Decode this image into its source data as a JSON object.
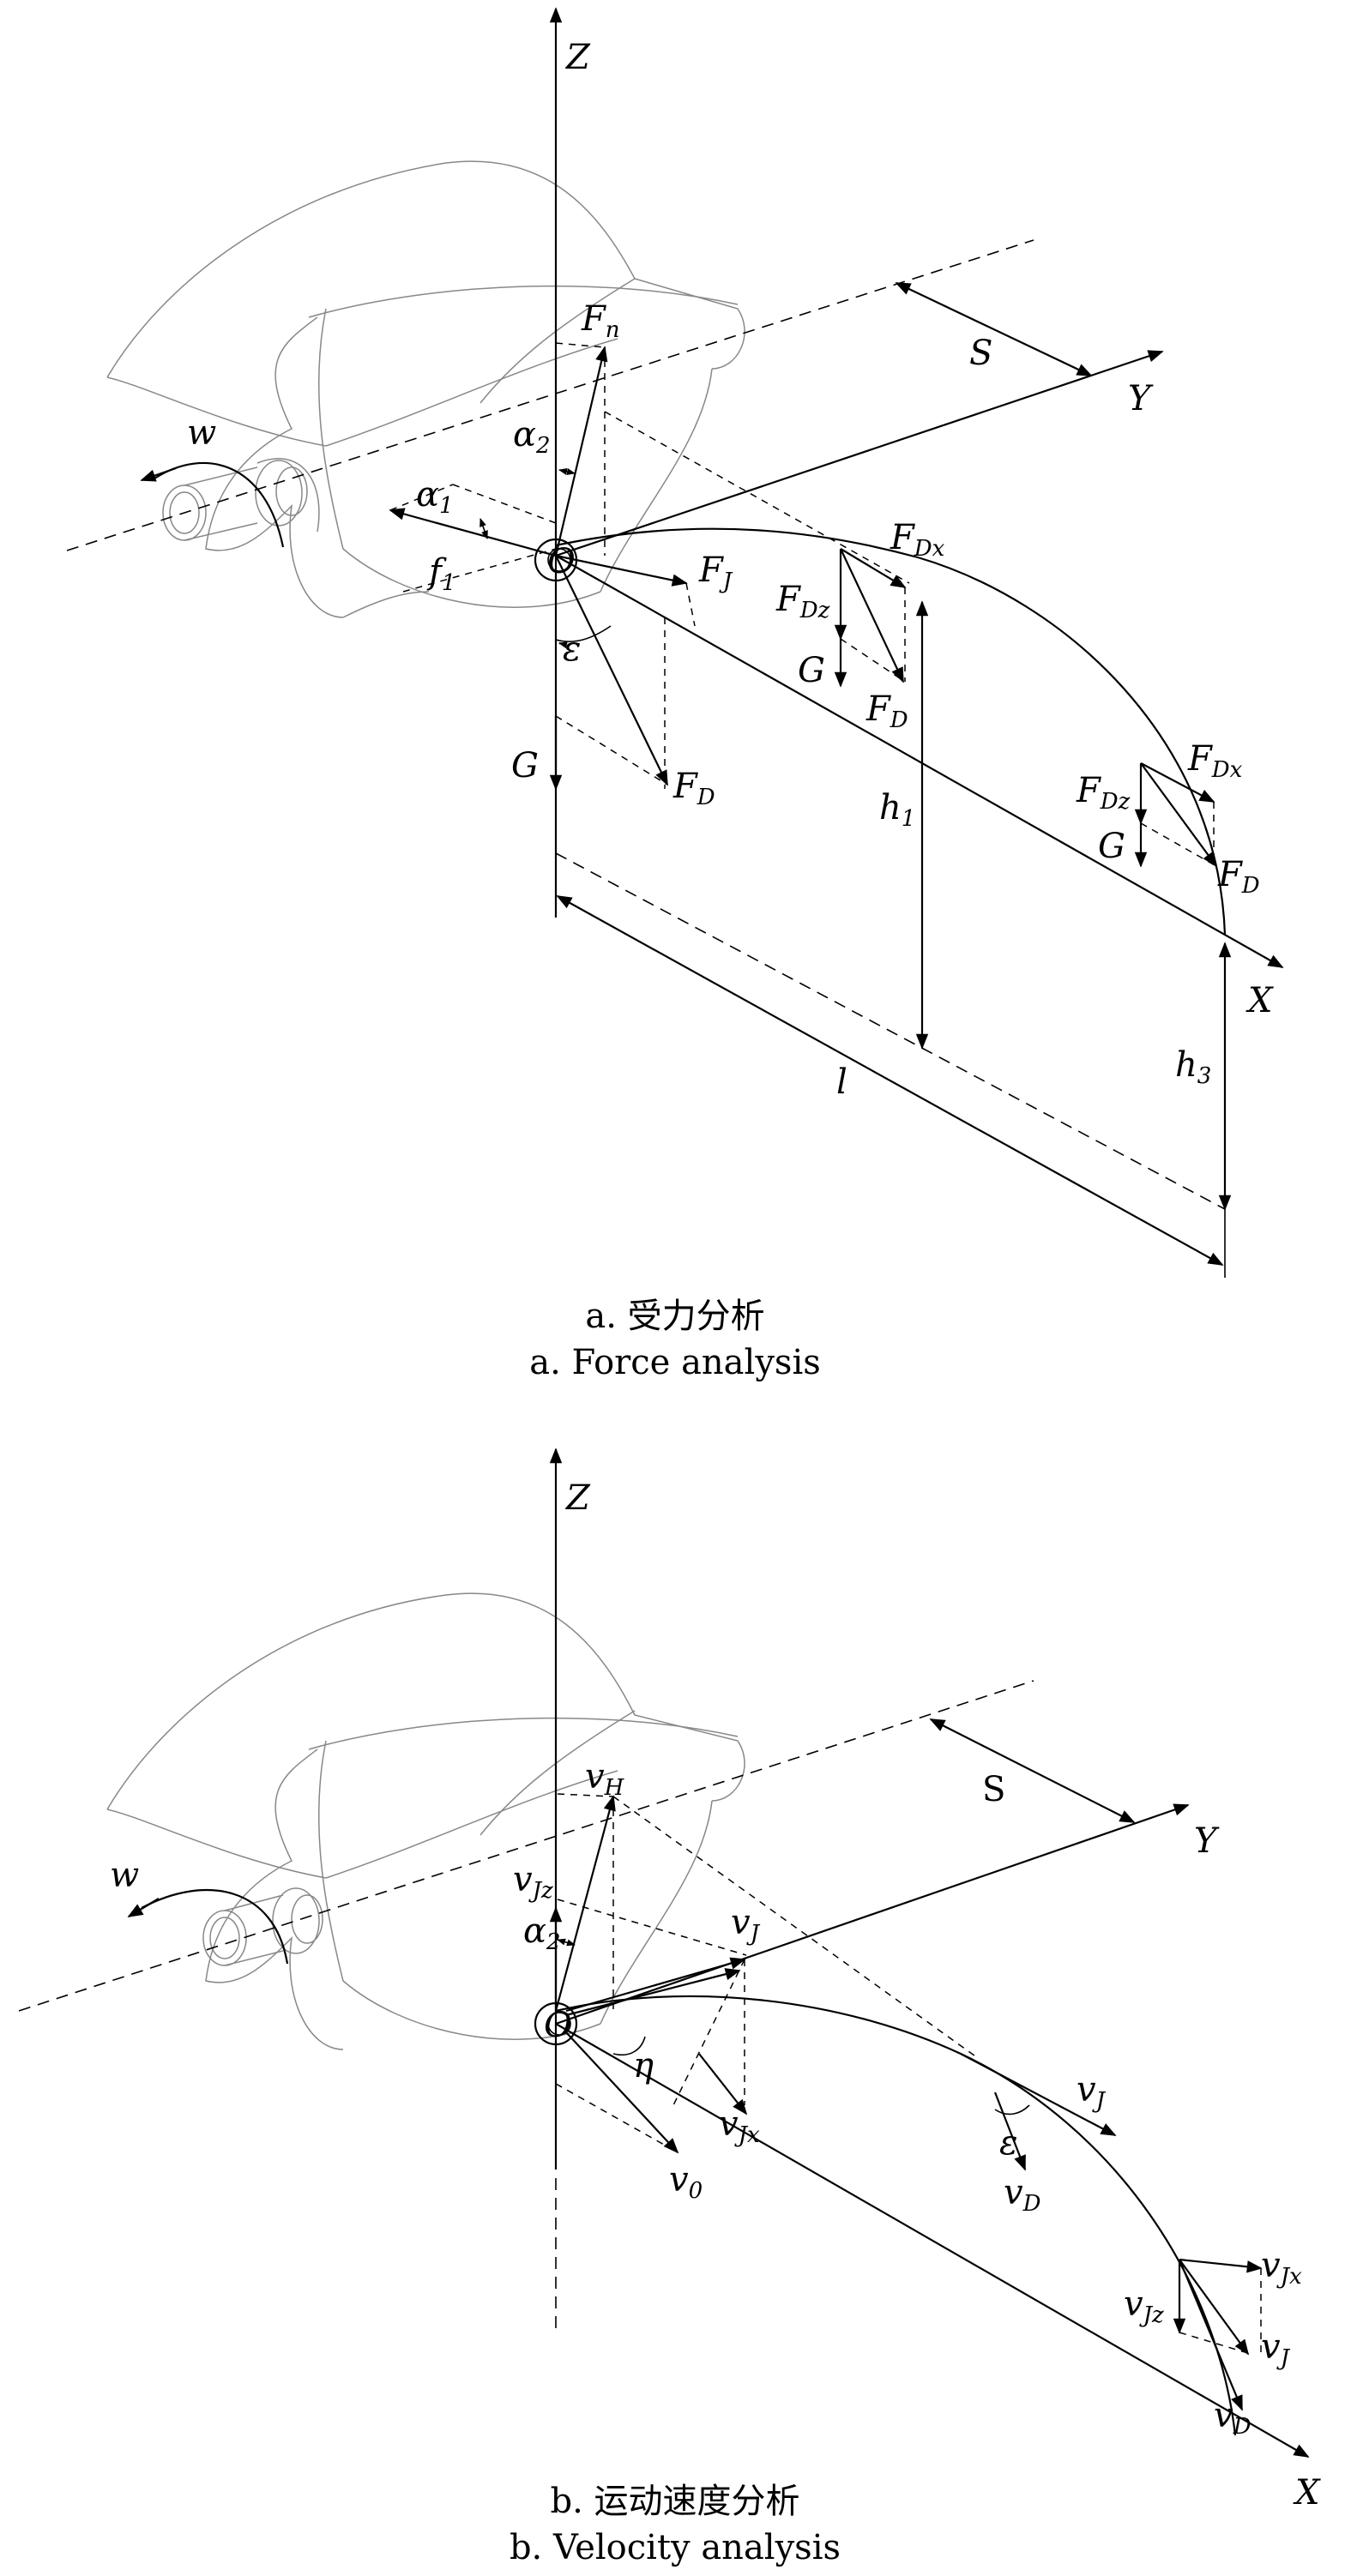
{
  "panel_a": {
    "caption_cn": "a. 受力分析",
    "caption_en": "a. Force analysis",
    "labels": {
      "Z": "Z",
      "Y": "Y",
      "X": "X",
      "S": "S",
      "w": "w",
      "O": "O",
      "Fn": "F",
      "Fn_sub": "n",
      "alpha2": "α",
      "alpha2_sub": "2",
      "alpha1": "α",
      "alpha1_sub": "1",
      "f1": "f",
      "f1_sub": "1",
      "FJ": "F",
      "FJ_sub": "J",
      "epsilon": "ε",
      "G": "G",
      "FD": "F",
      "FD_sub": "D",
      "FDx": "F",
      "FDx_sub": "Dx",
      "FDz": "F",
      "FDz_sub": "Dz",
      "h1": "h",
      "h1_sub": "1",
      "h3": "h",
      "h3_sub": "3",
      "l": "l"
    }
  },
  "panel_b": {
    "caption_cn": "b. 运动速度分析",
    "caption_en": "b. Velocity analysis",
    "labels": {
      "Z": "Z",
      "Y": "Y",
      "X": "X",
      "S": "S",
      "w": "w",
      "O": "O",
      "vH": "v",
      "vH_sub": "H",
      "vJz": "v",
      "vJz_sub": "Jz",
      "alpha2": "α",
      "alpha2_sub": "2",
      "vJ": "v",
      "vJ_sub": "J",
      "eta": "η",
      "vJx": "v",
      "vJx_sub": "Jx",
      "v0": "v",
      "v0_sub": "0",
      "epsilon": "ε",
      "vD": "v",
      "vD_sub": "D"
    }
  }
}
